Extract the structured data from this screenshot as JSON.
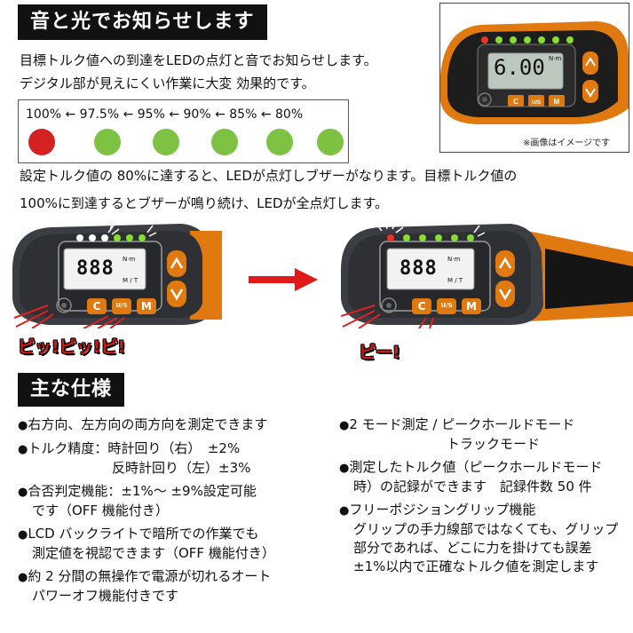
{
  "header": {
    "title": "音と光でお知らせします"
  },
  "intro": {
    "line1": "目標トルク値への到達をLEDの点灯と音でお知らせします。",
    "line2": "デジタル部が見えにくい作業に大変 効果的です。"
  },
  "led_scale": {
    "label_text": "100% ← 97.5% ← 95% ← 90% ← 85% ← 80%",
    "leds": [
      {
        "percent": "100%",
        "color": "#d42222"
      },
      {
        "percent": "97.5%",
        "color": "#7dc242"
      },
      {
        "percent": "95%",
        "color": "#7dc242"
      },
      {
        "percent": "90%",
        "color": "#7dc242"
      },
      {
        "percent": "85%",
        "color": "#7dc242"
      },
      {
        "percent": "80%",
        "color": "#7dc242"
      }
    ]
  },
  "photo": {
    "display_value": "6.00",
    "unit": "N·m",
    "note": "※画像はイメージです"
  },
  "description": {
    "line1": "設定トルク値の 80%に達すると、LEDが点灯しブザーがなります。目標トルク値の",
    "line2": "100%に到達するとブザーが鳴り続け、LEDが全点灯します。"
  },
  "device": {
    "display_digits": "888",
    "unit_top": "N·m",
    "unit_bottom": "M / T",
    "btn_c": "C",
    "btn_us": "U/S",
    "btn_m": "M",
    "beep_left": "ピッ!ピッ!ピ!",
    "beep_right": "ピー!"
  },
  "specs": {
    "title": "主な仕様",
    "bullet": "●",
    "left": [
      {
        "lines": [
          "右方向、左方向の両方向を測定できます"
        ]
      },
      {
        "lines": [
          "トルク精度：時計回り（右）　±2%",
          "　　　　　　反時計回り（左）±3%"
        ]
      },
      {
        "lines": [
          "合否判定機能：±1%〜 ±9%設定可能",
          "です（OFF 機能付き）"
        ]
      },
      {
        "lines": [
          "LCD バックライトで暗所での作業でも",
          "測定値を視認できます（OFF 機能付き）"
        ]
      },
      {
        "lines": [
          "約 2 分間の無操作で電源が切れるオート",
          "パワーオフ機能付きです"
        ]
      }
    ],
    "right": [
      {
        "lines": [
          "2 モード測定 / ピークホールドモード",
          "　　　　　　　トラックモード"
        ]
      },
      {
        "lines": [
          "測定したトルク値（ピークホールドモード",
          "時）の記録ができます　記録件数 50 件"
        ]
      },
      {
        "lines": [
          "フリーポジショングリップ機能",
          "グリップの手力線部ではなくても、グリップ",
          "部分であれば、どこに力を掛けても誤差",
          "±1%以内で正確なトルク値を測定します"
        ]
      }
    ]
  }
}
